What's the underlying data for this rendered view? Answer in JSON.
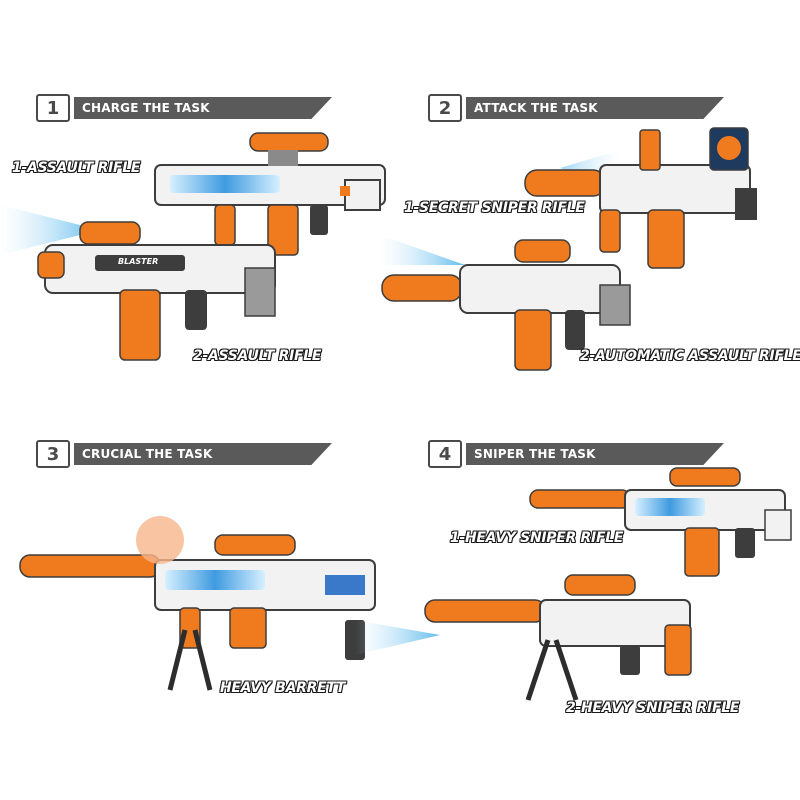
{
  "sections": [
    {
      "number": "1",
      "title": "CHARGE THE TASK"
    },
    {
      "number": "2",
      "title": "ATTACK THE TASK"
    },
    {
      "number": "3",
      "title": "CRUCIAL THE TASK"
    },
    {
      "number": "4",
      "title": "SNIPER THE TASK"
    }
  ],
  "labels": {
    "s1_a": "1-ASSAULT RIFLE",
    "s1_b": "2-ASSAULT RIFLE",
    "s2_a": "1-SECRET SNIPER RIFLE",
    "s2_b": "2-AUTOMATIC ASSAULT RIFLE",
    "s3_a": "HEAVY BARRETT",
    "s4_a": "1-HEAVY SNIPER RIFLE",
    "s4_b": "2-HEAVY SNIPER RIFLE"
  },
  "blaster_text": "BLASTER",
  "colors": {
    "orange": "#f07a1e",
    "body": "#f2f2f2",
    "dark": "#3d3d3d",
    "grey": "#8a8a8a",
    "mist": "#7fc8ee"
  }
}
